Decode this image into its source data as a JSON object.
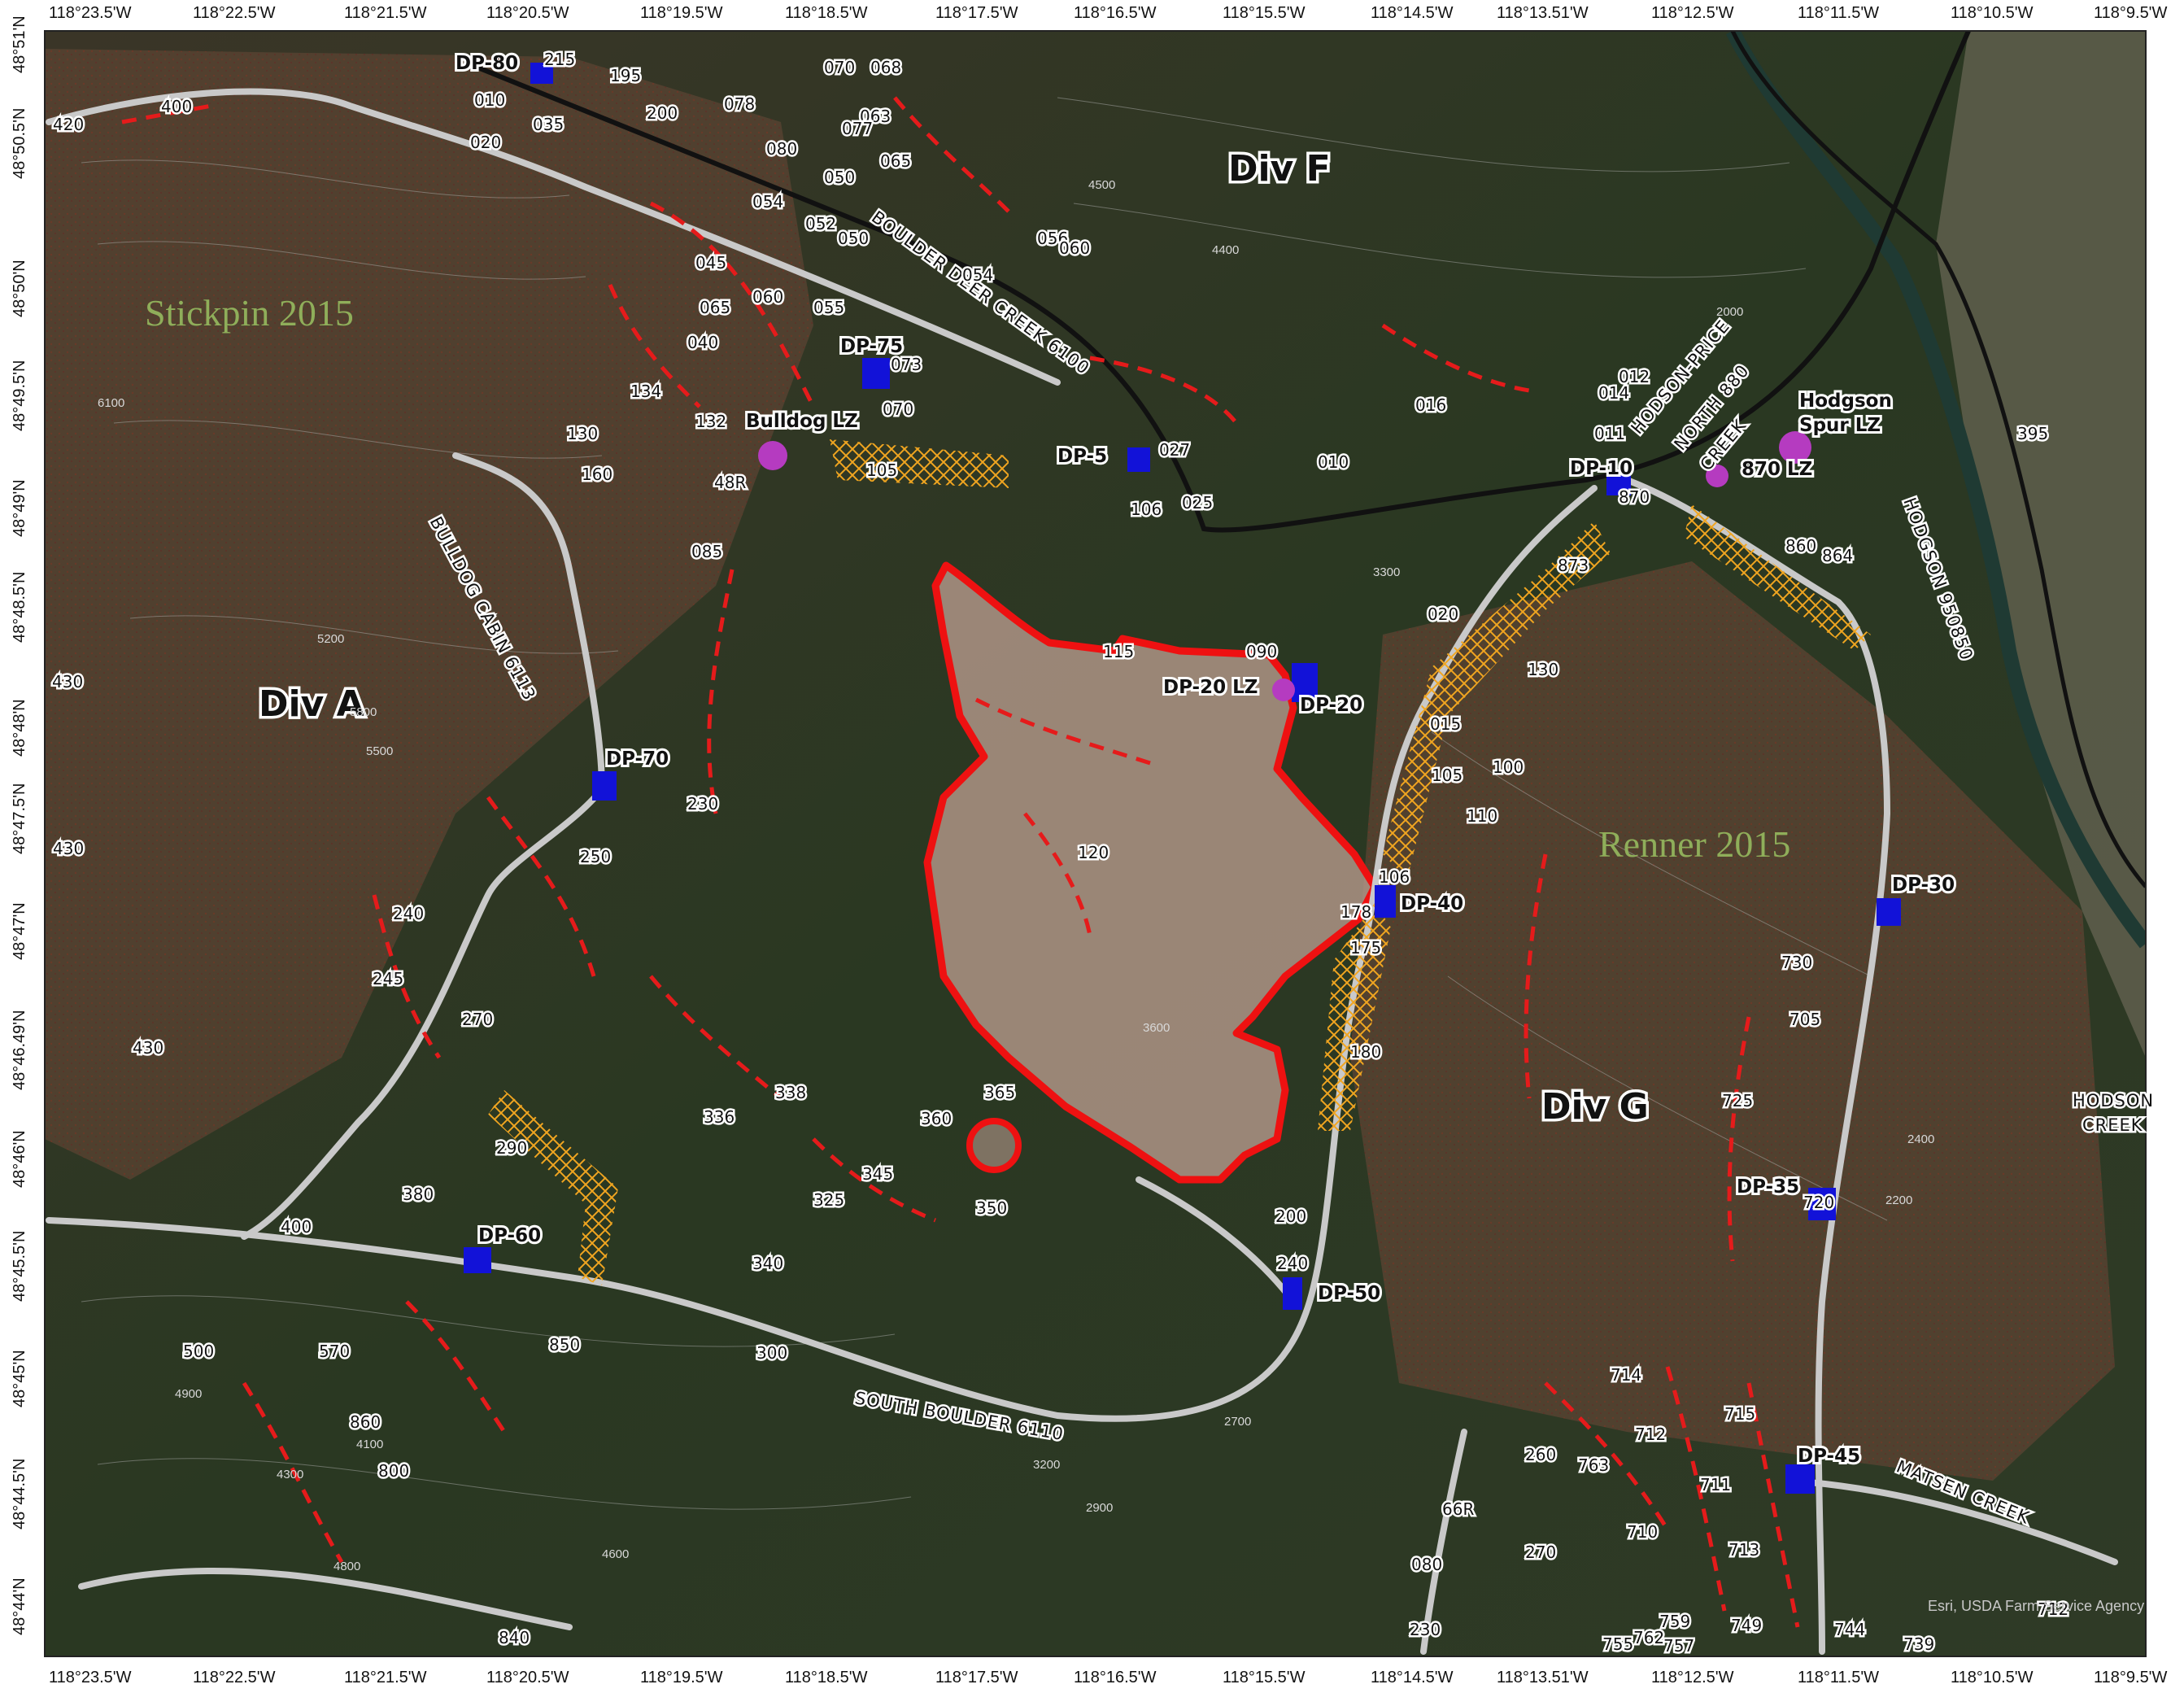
{
  "lon_ticks_top": [
    "118°23.5'W",
    "118°22.5'W",
    "118°21.5'W",
    "118°20.5'W",
    "118°19.5'W",
    "118°18.5'W",
    "118°17.5'W",
    "118°16.5'W",
    "118°15.5'W",
    "118°14.5'W",
    "118°13.51'W",
    "118°12.5'W",
    "118°11.5'W",
    "118°10.5'W",
    "118°9.5'W"
  ],
  "lon_ticks_bottom": [
    "118°23.5'W",
    "118°22.5'W",
    "118°21.5'W",
    "118°20.5'W",
    "118°19.5'W",
    "118°18.5'W",
    "118°17.5'W",
    "118°16.5'W",
    "118°15.5'W",
    "118°14.5'W",
    "118°13.51'W",
    "118°12.5'W",
    "118°11.5'W",
    "118°10.5'W",
    "118°9.5'W"
  ],
  "lat_ticks": [
    "48°51'N",
    "48°50.5'N",
    "48°50'N",
    "48°49.5'N",
    "48°49'N",
    "48°48.5'N",
    "48°48'N",
    "48°47.5'N",
    "48°47'N",
    "48°46.49'N",
    "48°46'N",
    "48°45.5'N",
    "48°45'N",
    "48°44.5'N",
    "48°44'N"
  ],
  "divisions": {
    "a": "Div A",
    "f": "Div F",
    "g": "Div G"
  },
  "historic_fires": {
    "stickpin": "Stickpin 2015",
    "renner": "Renner 2015"
  },
  "drop_points": {
    "dp80": "DP-80",
    "dp75": "DP-75",
    "dp5": "DP-5",
    "dp10": "DP-10",
    "dp20": "DP-20",
    "dp70": "DP-70",
    "dp40": "DP-40",
    "dp30": "DP-30",
    "dp60": "DP-60",
    "dp50": "DP-50",
    "dp35": "DP-35",
    "dp45": "DP-45"
  },
  "landing_zones": {
    "bulldog": "Bulldog LZ",
    "dp20lz": "DP-20 LZ",
    "lz870": "870 LZ",
    "hodgson_line1": "Hodgson",
    "hodgson_line2": "Spur LZ"
  },
  "roads": {
    "boulder_deer": "BOULDER DEER CREEK 6100",
    "bulldog_cabin": "BULLDOG CABIN 6113",
    "south_boulder": "SOUTH BOULDER 6110",
    "hodgson_price": "HODSON-PRICE",
    "north_880": "NORTH 880",
    "creek": "CREEK",
    "hodgson_950850": "HODGSON 950850",
    "hodson_creek_1": "HODSON",
    "hodson_creek_2": "CREEK",
    "matsen_creek": "MATSEN CREEK"
  },
  "segments": {
    "s215": "215",
    "s195": "195",
    "s010a": "010",
    "s035": "035",
    "s020a": "020",
    "s200": "200",
    "s078": "078",
    "s070a": "070",
    "s068": "068",
    "s063": "063",
    "s077": "077",
    "s065a": "065",
    "s080a": "080",
    "s050a": "050",
    "s400a": "400",
    "s420": "420",
    "s054a": "054",
    "s052": "052",
    "s050b": "050",
    "s054b": "054",
    "s056": "056",
    "s060a": "060",
    "s045": "045",
    "s065b": "065",
    "s060b": "060",
    "s055": "055",
    "s040": "040",
    "s073": "073",
    "s070b": "070",
    "s134": "134",
    "s132": "132",
    "s130a": "130",
    "s105a": "105",
    "s160": "160",
    "s48r": "48R",
    "s027": "027",
    "s106a": "106",
    "s025": "025",
    "s016": "016",
    "s014": "014",
    "s012": "012",
    "s011": "011",
    "s010b": "010",
    "s870": "870",
    "s873": "873",
    "s860": "860",
    "s864": "864",
    "s395": "395",
    "s085": "085",
    "s115": "115",
    "s090": "090",
    "s020b": "020",
    "s430a": "430",
    "s130b": "130",
    "s015": "015",
    "s105b": "105",
    "s100": "100",
    "s110": "110",
    "s230": "230",
    "s120": "120",
    "s430b": "430",
    "s250": "250",
    "s240": "240",
    "s178": "178",
    "s106b": "106",
    "s175": "175",
    "s245": "245",
    "s730": "730",
    "s705": "705",
    "s270a": "270",
    "s180": "180",
    "s430c": "430",
    "s365": "365",
    "s338": "338",
    "s336": "336",
    "s360": "360",
    "s725": "725",
    "s290": "290",
    "s345": "345",
    "s325": "325",
    "s350": "350",
    "s200b": "200",
    "s720": "720",
    "s380": "380",
    "s400b": "400",
    "s340": "340",
    "s240b": "240",
    "s500": "500",
    "s570": "570",
    "s850": "850",
    "s300": "300",
    "s860b": "860",
    "s714": "714",
    "s715": "715",
    "s712": "712",
    "s260": "260",
    "s763": "763",
    "s711": "711",
    "s800": "800",
    "s66r": "66R",
    "s710": "710",
    "s713": "713",
    "s080b": "080",
    "s270b": "270",
    "s230b": "230",
    "s759": "759",
    "s749": "749",
    "s744": "744",
    "s712b": "712",
    "s840": "840",
    "s755": "755",
    "s762": "762",
    "s757": "757",
    "s739": "739"
  },
  "contours": {
    "c2000": "2000",
    "c4500": "4500",
    "c4400": "4400",
    "c6100": "6100",
    "c5200": "5200",
    "c5800": "5800",
    "c5500": "5500",
    "c4900": "4900",
    "c4100": "4100",
    "c4300": "4300",
    "c4800": "4800",
    "c4600": "4600",
    "c3200": "3200",
    "c2900": "2900",
    "c2700": "2700",
    "c2400": "2400",
    "c2200": "2200",
    "c3300": "3300",
    "c3600": "3600"
  },
  "credit": "Esri, USDA Farm Service Agency",
  "colors": {
    "fire_perimeter": "#ee1111",
    "fire_fill": "#b69a8c",
    "road": "#c9c9c9",
    "highway": "#111111",
    "dozer_line": "#e51b1b",
    "hand_line": "#f0a520",
    "drop_point": "#1212d8",
    "landing_zone": "#b53bc0",
    "terrain_dark": "#2b3a24",
    "terrain_brown": "#5a4332",
    "river": "#1f3a33"
  }
}
